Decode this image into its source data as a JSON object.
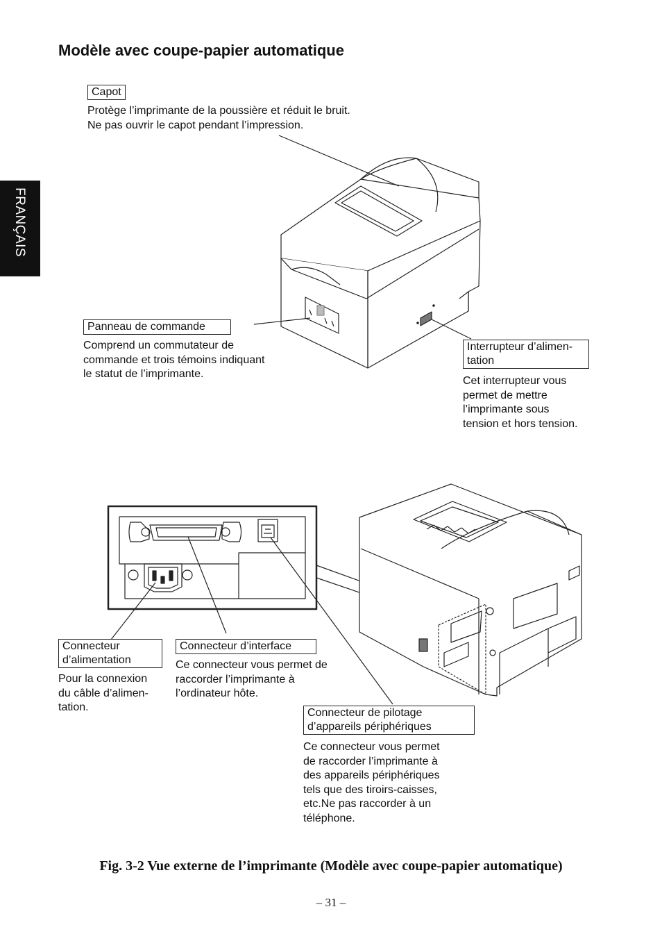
{
  "side_tab": "FRANÇAIS",
  "heading": "Modèle avec coupe-papier automatique",
  "callouts": {
    "capot": {
      "label": "Capot",
      "desc": [
        "Protège l’imprimante de la poussière et réduit le bruit.",
        "Ne pas ouvrir le capot pendant l’impression."
      ]
    },
    "panneau": {
      "label": "Panneau de commande",
      "desc": [
        "Comprend un commutateur de",
        "commande et trois témoins indiquant",
        "le statut de l’imprimante."
      ]
    },
    "interrupteur": {
      "label": [
        "Interrupteur d’alimen-",
        "tation"
      ],
      "desc": [
        "Cet interrupteur vous",
        "permet de mettre",
        "l’imprimante sous",
        "tension et hors tension."
      ]
    },
    "alimentation": {
      "label": [
        "Connecteur",
        "d’alimentation"
      ],
      "desc": [
        "Pour la connexion",
        "du câble d’alimen-",
        "tation."
      ]
    },
    "interface": {
      "label": "Connecteur d’interface",
      "desc": [
        "Ce connecteur vous permet de",
        "raccorder l’imprimante à",
        "l’ordinateur hôte."
      ]
    },
    "pilotage": {
      "label": [
        "Connecteur de pilotage",
        "d’appareils périphériques"
      ],
      "desc": [
        "Ce connecteur vous permet",
        "de raccorder l’imprimante à",
        "des appareils périphériques",
        "tels que des tiroirs-caisses,",
        "etc.Ne pas raccorder à un",
        "téléphone."
      ]
    }
  },
  "caption": "Fig. 3-2 Vue externe de l’imprimante (Modèle avec coupe-papier automatique)",
  "page_number": "– 31 –"
}
